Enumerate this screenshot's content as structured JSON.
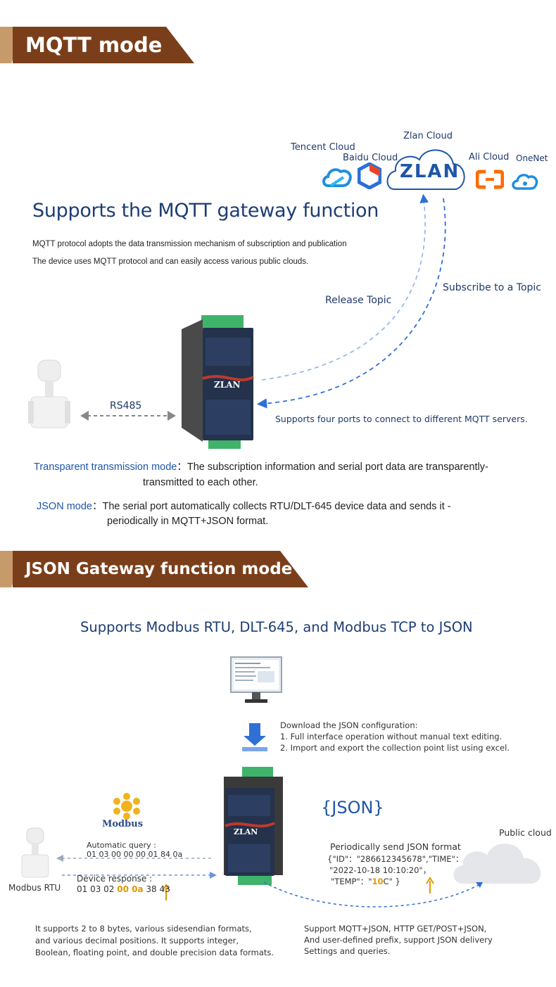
{
  "section1": {
    "banner": "MQTT mode",
    "clouds": {
      "zlan_cloud": "Zlan Cloud",
      "tencent_cloud": "Tencent Cloud",
      "baidu_cloud": "Baidu Cloud",
      "ali_cloud": "Ali Cloud",
      "onenet": "OneNet",
      "zlan_logo": "ZLAN"
    },
    "heading": "Supports the MQTT gateway function",
    "desc_line1": "MQTT protocol adopts the data transmission mechanism of subscription and publication",
    "desc_line2": "The device uses MQTT protocol and can easily access various public clouds.",
    "release_topic": "Release Topic",
    "subscribe_topic": "Subscribe to a Topic",
    "rs485": "RS485",
    "four_ports": "Supports four ports to connect to different MQTT servers.",
    "device_brand": "ZLAN",
    "transparent_key": "Transparent transmission mode",
    "transparent_text1": "：The subscription information and serial port data are transparently-",
    "transparent_text2": "transmitted to each other.",
    "json_key": "JSON mode",
    "json_text1": "：The serial port automatically collects RTU/DLT-645 device data and sends it -",
    "json_text2": "periodically in MQTT+JSON format."
  },
  "section2": {
    "banner": "JSON Gateway function mode",
    "heading": "Supports Modbus RTU, DLT-645, and Modbus TCP to JSON",
    "download_title": "Download the JSON configuration:",
    "download_item1": "1. Full interface operation without manual text editing.",
    "download_item2": "2. Import and export the collection point list using excel.",
    "json_logo": "{JSON}",
    "modbus_logo": "Modbus",
    "public_cloud": "Public cloud",
    "auto_query_label": "Automatic query :",
    "auto_query_value": "01 03 00 00 00 01 84 0a",
    "device_response_label": "Device response :",
    "device_response_pre": "01 03 02 ",
    "device_response_hl": "00 0a",
    "device_response_post": " 38 43",
    "modbus_rtu": "Modbus RTU",
    "periodic_title": "Periodically send JSON format",
    "periodic_line1": "{\"ID\"：\"286612345678\",\"TIME\"：",
    "periodic_line2": "\"2022-10-18 10:10:20\"，",
    "periodic_line3_pre": "\"TEMP\"：\"",
    "periodic_line3_hl": "10",
    "periodic_line3_post": "C\"  }",
    "left_note1": "It supports 2 to 8 bytes, various sidesendian formats,",
    "left_note2": "and various decimal positions. It supports integer,",
    "left_note3": " Boolean, floating point, and double precision data formats.",
    "right_note1": "Support MQTT+JSON, HTTP GET/POST+JSON,",
    "right_note2": "And user-defined prefix, support JSON delivery",
    "right_note3": "Settings and queries."
  },
  "colors": {
    "banner_brown": "#7a3f1a",
    "banner_tan": "#c79a6c",
    "heading_blue": "#1d3d73",
    "accent_blue": "#1e56a8",
    "highlight_orange": "#e09a00"
  }
}
